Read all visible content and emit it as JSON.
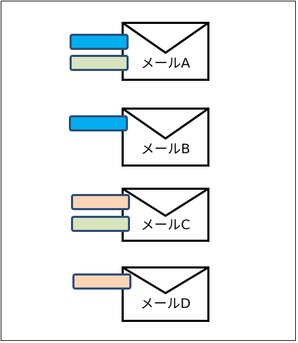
{
  "colors": {
    "frame": "#1a1a1a",
    "envelope_stroke": "#000000",
    "tag_border": "#2e4f7e",
    "tag_blue": "#00aeef",
    "tag_green": "#d7e4bd",
    "tag_peach": "#fcd5b5"
  },
  "mails": [
    {
      "label": "メールA",
      "tags": [
        "tag_blue",
        "tag_green"
      ]
    },
    {
      "label": "メールB",
      "tags": [
        "tag_blue"
      ]
    },
    {
      "label": "メールC",
      "tags": [
        "tag_peach",
        "tag_green"
      ]
    },
    {
      "label": "メールD",
      "tags": [
        "tag_peach"
      ]
    }
  ]
}
